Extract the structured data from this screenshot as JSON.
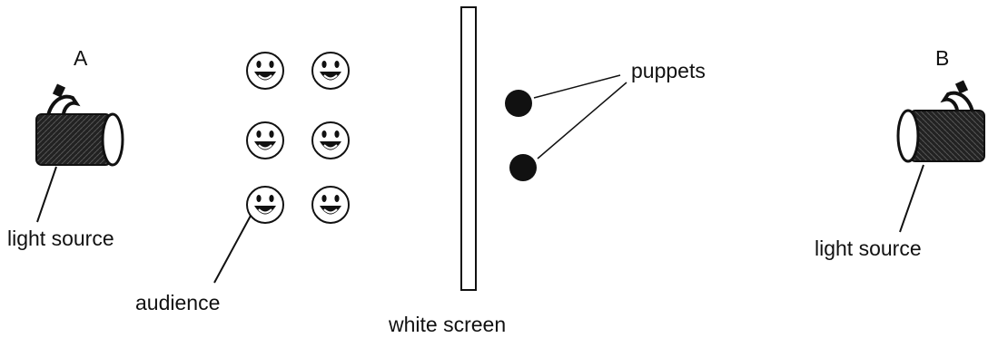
{
  "labels": {
    "position_a": "A",
    "position_b": "B",
    "light_source_left": "light source",
    "light_source_right": "light source",
    "audience": "audience",
    "white_screen": "white screen",
    "puppets": "puppets"
  },
  "icons": {
    "lamp": "spotlight-icon",
    "audience_face": "smiley-face-icon",
    "puppet": "filled-circle-icon"
  },
  "counts": {
    "audience_faces": 6,
    "puppets": 2
  },
  "colors": {
    "ink": "#111111",
    "background": "#ffffff"
  }
}
